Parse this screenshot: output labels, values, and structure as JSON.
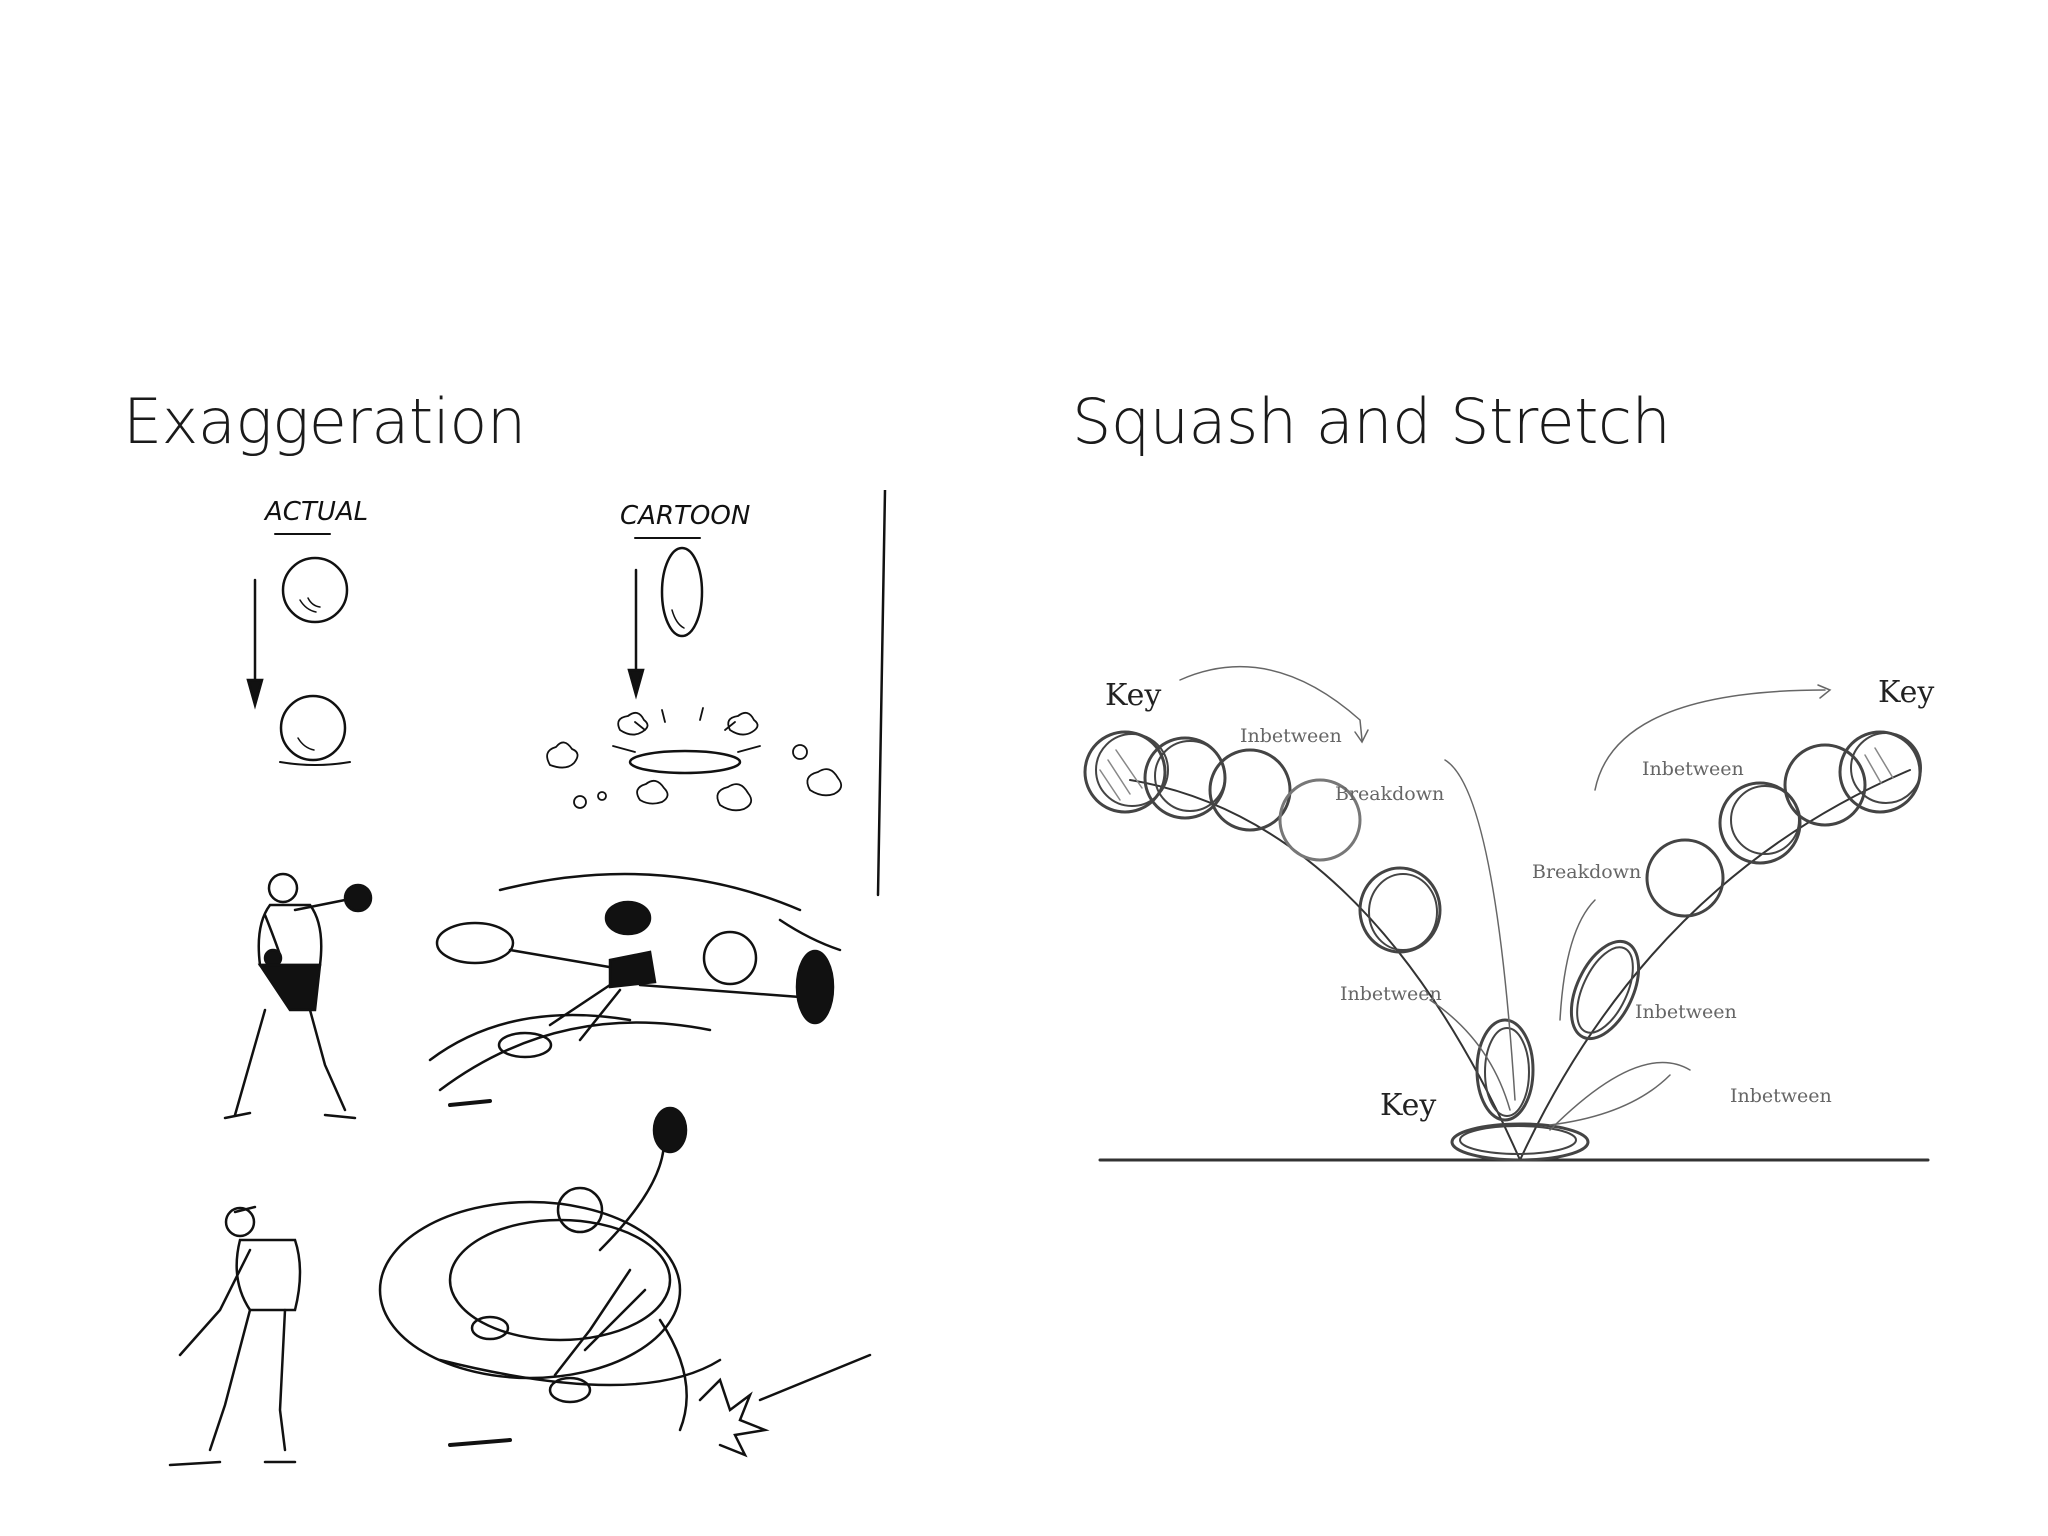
{
  "slide": {
    "left_title": "Exaggeration",
    "right_title": "Squash and Stretch"
  },
  "exaggeration_figure": {
    "actual_label": "ACTUAL",
    "cartoon_label": "CARTOON"
  },
  "squash_stretch_figure": {
    "labels": {
      "key_top_left": "Key",
      "key_top_right": "Key",
      "key_bottom": "Key",
      "inbetween_1": "Inbetween",
      "breakdown_1": "Breakdown",
      "inbetween_2": "Inbetween",
      "inbetween_3": "Inbetween",
      "breakdown_2": "Breakdown",
      "inbetween_4": "Inbetween",
      "inbetween_5": "Inbetween"
    }
  }
}
